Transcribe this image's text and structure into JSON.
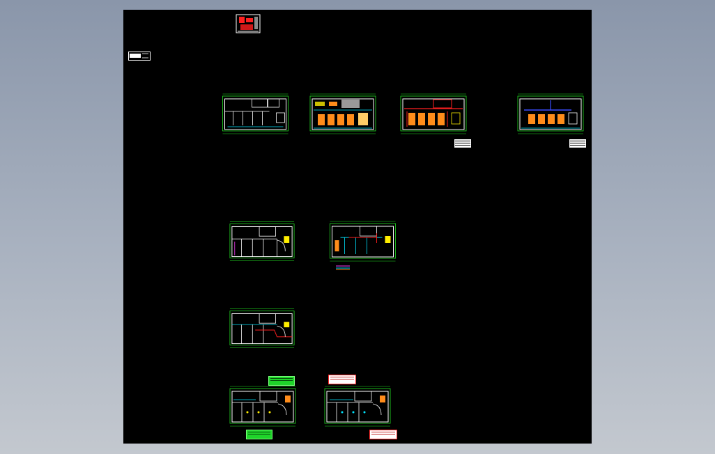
{
  "viewer": {
    "background_top": "#8a96aa",
    "background_bottom": "#c3c8cf",
    "model_space_color": "#000000"
  },
  "colors": {
    "wall": "#ffffff",
    "dimension": "#22e022",
    "furniture": "#ff8c1a",
    "hatch_red": "#ff2020",
    "pipe_blue": "#3a4dff",
    "cyan": "#00e5ff",
    "yellow": "#ffee00",
    "magenta": "#ff40ff"
  },
  "drawings": [
    {
      "id": "cover-thumbnail",
      "kind": "cover"
    },
    {
      "id": "title-block",
      "kind": "title"
    },
    {
      "id": "plan-original",
      "kind": "floor-plan"
    },
    {
      "id": "plan-layout",
      "kind": "floor-plan"
    },
    {
      "id": "plan-ceiling",
      "kind": "floor-plan"
    },
    {
      "id": "plan-pipes",
      "kind": "floor-plan"
    },
    {
      "id": "plan-electric-1",
      "kind": "floor-plan"
    },
    {
      "id": "plan-electric-2",
      "kind": "floor-plan"
    },
    {
      "id": "plan-electric-3",
      "kind": "floor-plan"
    },
    {
      "id": "plan-lighting-1",
      "kind": "floor-plan"
    },
    {
      "id": "plan-lighting-2",
      "kind": "floor-plan"
    }
  ]
}
